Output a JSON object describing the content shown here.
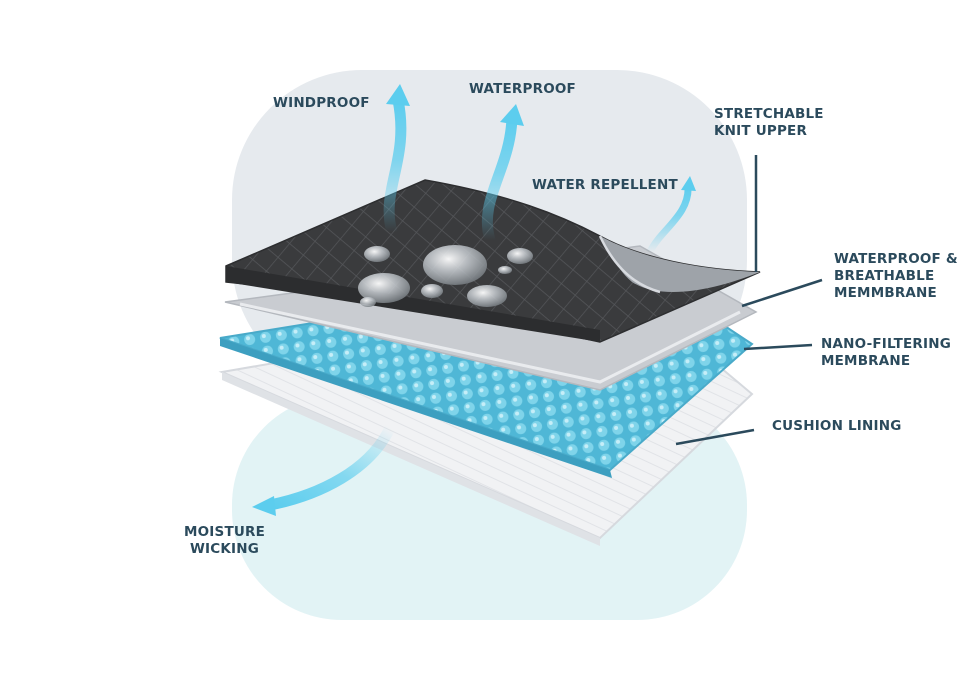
{
  "labels": {
    "windproof": "WINDPROOF",
    "waterproof": "WATERPROOF",
    "water_repellent": "WATER REPELLENT",
    "stretchable": {
      "line1": "STRETCHABLE",
      "line2": "KNIT UPPER"
    },
    "membrane": {
      "line1": "WATERPROOF &",
      "line2": "BREATHABLE",
      "line3": "MEMMBRANE"
    },
    "nano": {
      "line1": "NANO-FILTERING",
      "line2": "MEMBRANE"
    },
    "cushion": "CUSHION LINING",
    "moisture": {
      "line1": "MOISTURE",
      "line2": "WICKING"
    }
  },
  "colors": {
    "label_text": "#2b4a5c",
    "leader_line": "#2b4a5c",
    "upper_blob": "#e6eaee",
    "lower_blob": "#e2f3f5",
    "knit_layer": "#3a3b3d",
    "membrane_layer": "#cfd2d6",
    "nano_layer": "#5fc0dc",
    "cushion_layer": "#f1f2f4",
    "arrow": "#5ccdee"
  },
  "layers": [
    {
      "id": "knit-upper",
      "icon": "quilted-fabric"
    },
    {
      "id": "breathable-membrane",
      "icon": "thin-sheet"
    },
    {
      "id": "nano-filtering-membrane",
      "icon": "bubble-sheet"
    },
    {
      "id": "cushion-lining",
      "icon": "fiber-sheet"
    }
  ]
}
